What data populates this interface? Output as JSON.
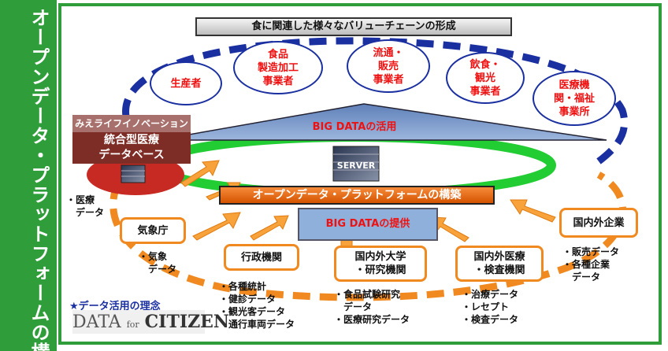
{
  "sidebar": {
    "title": "オープンデータ・プラットフォームの構築"
  },
  "value_chain": {
    "header": "食に関連した様々なバリューチェーンの形成",
    "actors": [
      {
        "label": "生産者"
      },
      {
        "label": "食品\n製造加工\n事業者"
      },
      {
        "label": "流通・\n販売\n事業者"
      },
      {
        "label": "飲食・\n観光\n事業者"
      },
      {
        "label": "医療機\n関・福祉\n事業所"
      }
    ]
  },
  "database": {
    "title": "みえライフイノベーション",
    "body": "統合型医療\nデータベース"
  },
  "server": {
    "label": "SERVER"
  },
  "big_data_use": "BIG DATAの活用",
  "platform": "オープンデータ・プラットフォームの構築",
  "big_data_provide": "BIG DATAの提供",
  "sources": [
    {
      "label": "気象庁"
    },
    {
      "label": "行政機関"
    },
    {
      "label": "国内外大学\n・研究機関"
    },
    {
      "label": "国内外医療\n・検査機関"
    },
    {
      "label": "国内外企業"
    }
  ],
  "notes": {
    "medical": "・医療\n　データ",
    "weather": "・気象\n　データ",
    "admin": "・各種統計\n・健診データ\n・観光客データ\n・通行車両データ",
    "university": "・食品試験研究\n　データ\n・医療研究データ",
    "hospital": "・治療データ\n・レセプト\n・検査データ",
    "company": "・販売データ\n・各種企業\n　データ"
  },
  "motto": {
    "label": "★データ活用の理念",
    "logo_left": "DATA",
    "logo_mid": "for",
    "logo_right": "CITIZEN"
  },
  "colors": {
    "sidebar_green": "#2f9e3a",
    "ring_green": "#22cc33",
    "chain_blue": "#1a2fa0",
    "flow_orange": "#f08a20",
    "text_red": "#ee1111"
  }
}
